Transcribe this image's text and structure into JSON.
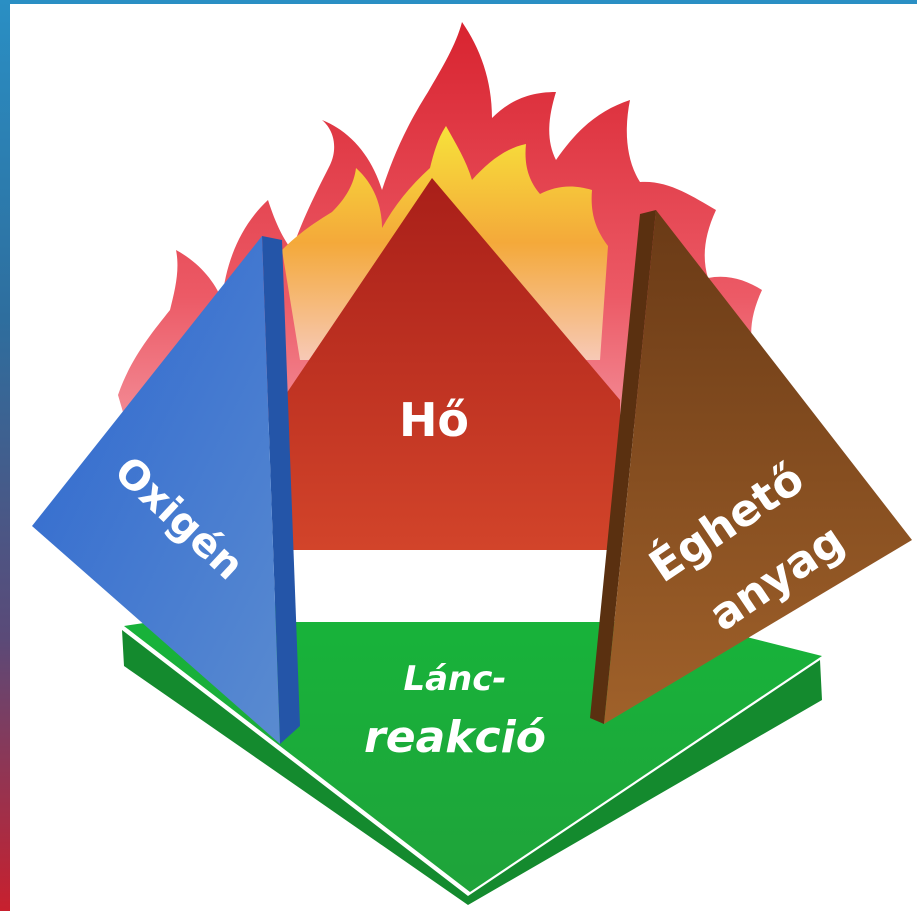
{
  "diagram": {
    "labels": {
      "heat": "Hő",
      "oxygen": "Oxigén",
      "fuel_line1": "Éghető",
      "fuel_line2": "anyag",
      "chain_line1": "Lánc-",
      "chain_line2": "reakció"
    },
    "colors": {
      "flame_outer": "#e83a48",
      "flame_inner": "#f5b82a",
      "heat": "#c0301e",
      "oxygen": "#3a6fc8",
      "fuel": "#8a4a1c",
      "chain": "#1fa83a",
      "frame_left": "#2a8fc4"
    }
  }
}
